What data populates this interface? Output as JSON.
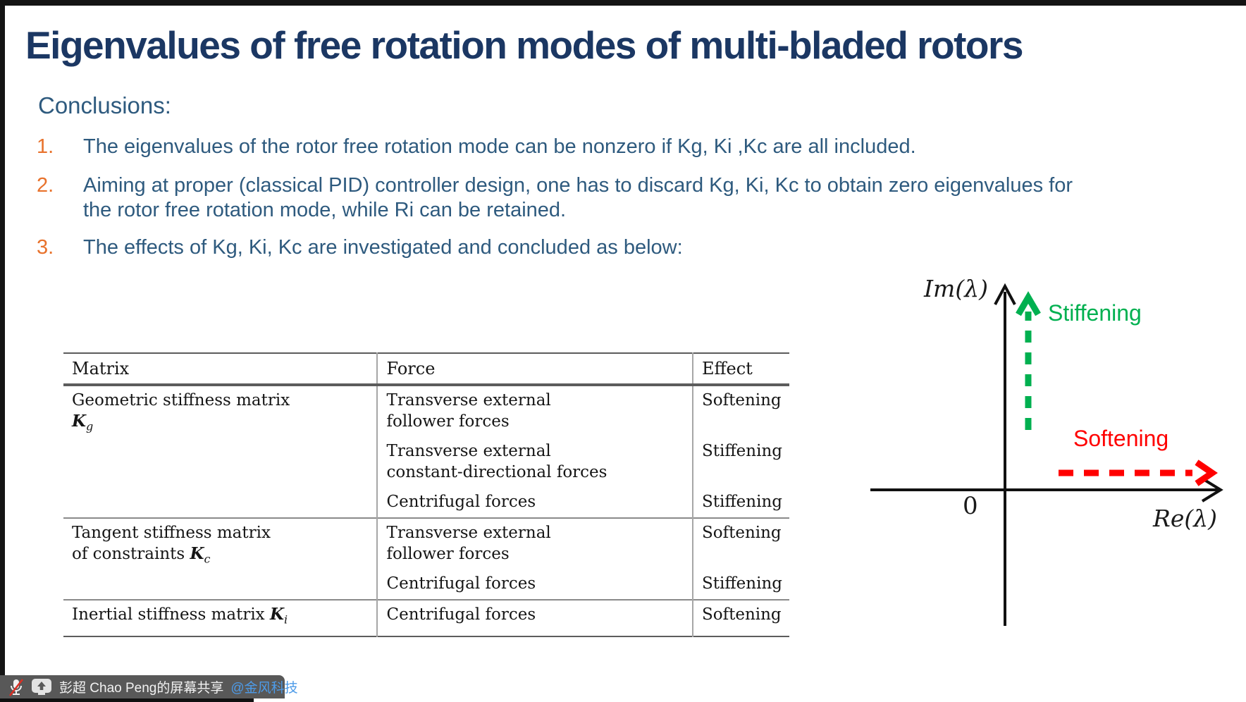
{
  "slide": {
    "title": "Eigenvalues of free rotation modes of multi-bladed rotors",
    "conclusions_heading": "Conclusions:",
    "points": [
      {
        "num": "1.",
        "text": "The eigenvalues of the rotor free rotation mode can be nonzero if Kg, Ki ,Kc are all included."
      },
      {
        "num": "2.",
        "text": "Aiming at proper (classical PID) controller design, one has to discard Kg, Ki, Kc to obtain zero eigenvalues for the rotor free rotation mode, while Ri can be retained."
      },
      {
        "num": "3.",
        "text": "The effects of Kg, Ki, Kc are investigated and concluded as below:"
      }
    ],
    "table": {
      "headers": [
        "Matrix",
        "Force",
        "Effect"
      ],
      "groups": [
        {
          "matrix_text": "Geometric stiffness matrix",
          "symbol": "K",
          "symbol_sub": "g",
          "rows": [
            {
              "force_lines": [
                "Transverse external",
                "follower forces"
              ],
              "effect": "Softening"
            },
            {
              "force_lines": [
                "Transverse external",
                "constant-directional forces"
              ],
              "effect": "Stiffening"
            },
            {
              "force_lines": [
                "Centrifugal forces"
              ],
              "effect": "Stiffening"
            }
          ]
        },
        {
          "matrix_text": "Tangent stiffness matrix",
          "matrix_text2": "of constraints",
          "symbol": "K",
          "symbol_sub": "c",
          "rows": [
            {
              "force_lines": [
                "Transverse external",
                "follower forces"
              ],
              "effect": "Softening"
            },
            {
              "force_lines": [
                "Centrifugal forces"
              ],
              "effect": "Stiffening"
            }
          ]
        },
        {
          "matrix_text": "Inertial stiffness matrix",
          "symbol": "K",
          "symbol_sub": "i",
          "rows": [
            {
              "force_lines": [
                "Centrifugal forces"
              ],
              "effect": "Softening"
            }
          ]
        }
      ]
    },
    "diagram": {
      "y_axis_label": "Im(λ)",
      "x_axis_label": "Re(λ)",
      "origin_label": "0",
      "up_arrow_label": "Stiffening",
      "right_arrow_label": "Softening",
      "colors": {
        "stiffening": "#00B050",
        "softening": "#FF0000",
        "axis": "#111111"
      }
    }
  },
  "share_bar": {
    "text": "彭超 Chao Peng的屏幕共享",
    "mention": "@金风科技",
    "colors": {
      "bar": "#585858",
      "mention": "#4D9BE8",
      "mic_slash": "#d93025"
    }
  }
}
